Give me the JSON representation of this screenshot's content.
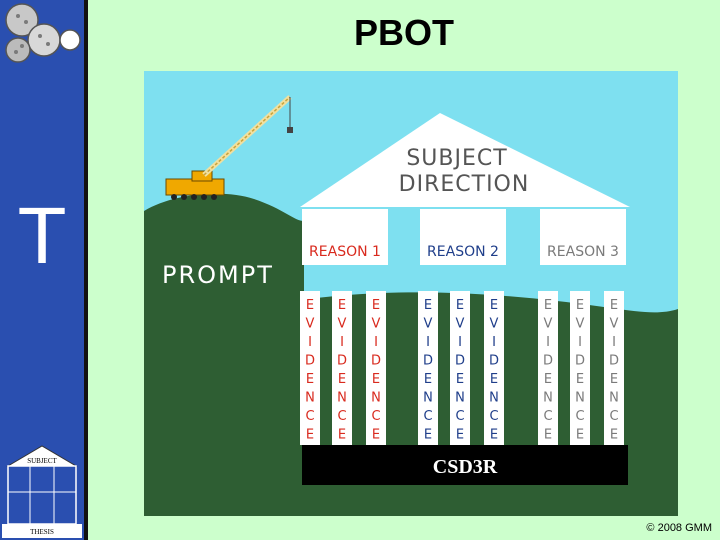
{
  "slide": {
    "title": "PBOT",
    "sidebar_letter": "T",
    "footer": "© 2008 GMM"
  },
  "sidebar_mini": {
    "top_label": "SUBJECT",
    "bottom_label": "THESIS"
  },
  "diagram": {
    "roof_line1": "SUBJECT",
    "roof_line2": "DIRECTION",
    "hill_label": "PROMPT",
    "reasons": [
      "REASON 1",
      "REASON 2",
      "REASON 3"
    ],
    "column_word": "EVIDENCE",
    "foundation": "CSD3R",
    "colors": {
      "sky": "#7ee0f0",
      "hill": "#2e5e33",
      "reason_text": "#d92a1e",
      "reason2_text": "#1f3e8a",
      "reason3_text": "#7a7a7a",
      "foundation": "#000000"
    }
  }
}
